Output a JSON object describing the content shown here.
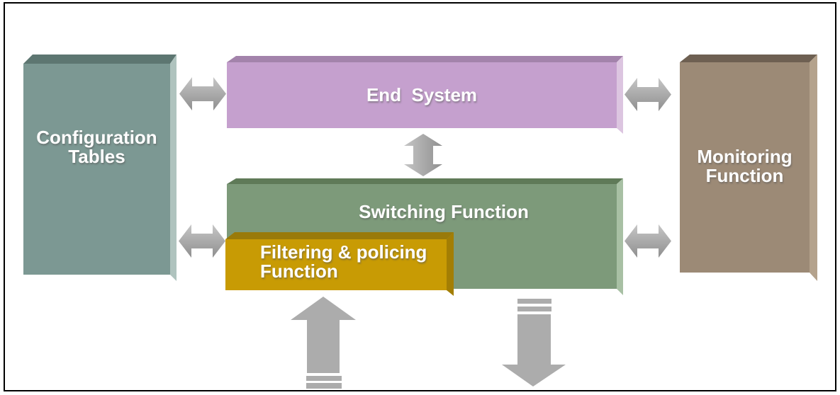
{
  "blocks": {
    "configuration_tables": {
      "lines": [
        "Configuration",
        "Tables"
      ]
    },
    "end_system": {
      "label": "End  System"
    },
    "switching_function": {
      "label": "Switching Function"
    },
    "filtering_policing": {
      "lines": [
        "Filtering & policing",
        "Function"
      ]
    },
    "monitoring_function": {
      "lines": [
        "Monitoring",
        "Function"
      ]
    }
  },
  "arrows": {
    "config_end_system": "bidirectional",
    "config_switching": "bidirectional",
    "end_system_switching": "bidirectional",
    "end_system_monitoring": "bidirectional",
    "switching_monitoring": "bidirectional",
    "ingress_flow": "up",
    "egress_flow": "down"
  },
  "colors": {
    "background": "#FFFFFF",
    "border": "#000000",
    "label_text": "#FFFFFF",
    "teal_face": "#7C9893",
    "teal_top": "#5D7671",
    "teal_side": "#AFC3BE",
    "pink_face": "#C5A0CE",
    "pink_top": "#A383AB",
    "pink_side": "#DCC5E0",
    "green_face": "#7D9A7A",
    "green_top": "#5F7A58",
    "green_side": "#A8C0A4",
    "gold_face": "#C89B04",
    "gold_top": "#997A0A",
    "gold_side": "#A37E04",
    "brown_face": "#9C8A76",
    "brown_top": "#6E6052",
    "brown_side": "#B4A28C",
    "arrow_light": "#C6C6C6",
    "arrow_dark": "#8F8F8F",
    "flow_arrow": "#ACACAC"
  }
}
